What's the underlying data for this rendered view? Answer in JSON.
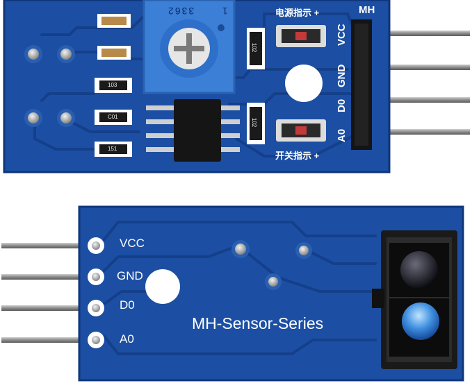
{
  "top_board": {
    "header_label": "MH",
    "pins": [
      "VCC",
      "GND",
      "D0",
      "A0"
    ],
    "indicator_top": "电源指示 +",
    "indicator_bottom": "开关指示 +",
    "pot_code": "3362",
    "pot_index": "1",
    "resistor_codes": [
      "103",
      "C01",
      "151",
      "102",
      "102"
    ]
  },
  "bottom_board": {
    "pins": [
      "VCC",
      "GND",
      "D0",
      "A0"
    ],
    "series_label": "MH-Sensor-Series"
  },
  "colors": {
    "pcb_blue": "#1c4fa3",
    "pcb_dark": "#143f8a",
    "pin_metal": "#9a9a9a",
    "header_black": "#141414",
    "pot_blue": "#3b7fd6"
  }
}
